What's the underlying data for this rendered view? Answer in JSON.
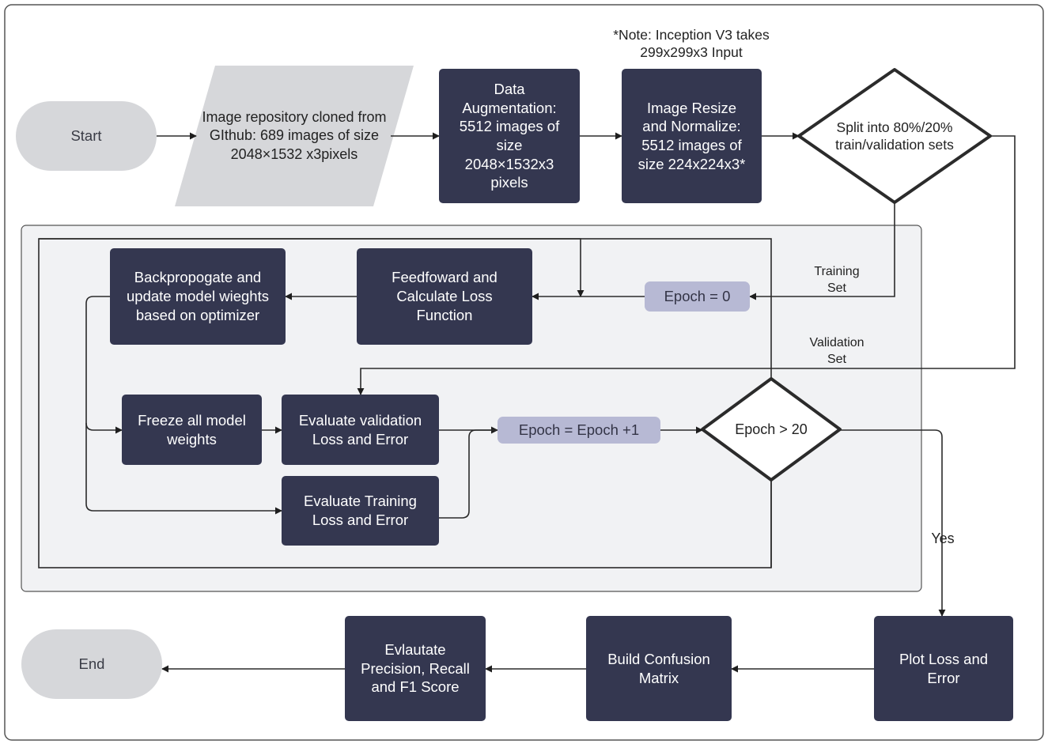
{
  "nodes": {
    "start": "Start",
    "repository": "Image repository cloned from\nGIthub: 689 images of size\n2048×1532 x3pixels",
    "augmentation": "Data\nAugmentation:\n5512 images of\nsize\n2048×1532x3\npixels",
    "resize": "Image Resize\nand Normalize:\n5512 images of\nsize 224x224x3*",
    "note": "*Note: Inception V3 takes\n299x299x3 Input",
    "split": "Split into 80%/20%\ntrain/validation sets",
    "backprop": "Backpropogate and\nupdate model wieghts\nbased on optimizer",
    "feedforward": "Feedfoward and\nCalculate Loss\nFunction",
    "epoch_zero": "Epoch = 0",
    "freeze": "Freeze all model\nweights",
    "eval_validation": "Evaluate validation\nLoss and Error",
    "eval_training": "Evaluate Training\nLoss and Error",
    "epoch_increment": "Epoch = Epoch +1",
    "epoch_check": "Epoch > 20",
    "plot": "Plot Loss and\nError",
    "confusion": "Build Confusion\nMatrix",
    "metrics": "Evlautate\nPrecision, Recall\nand F1 Score",
    "end": "End"
  },
  "edge_labels": {
    "training_set": "Training\nSet",
    "validation_set": "Validation\nSet",
    "yes": "Yes"
  },
  "colors": {
    "process_fill": "#343750",
    "terminal_fill": "#d6d7da",
    "pill_fill": "#b7b9d4",
    "loop_panel_fill": "#f1f2f4",
    "line": "#2b2b2b"
  }
}
